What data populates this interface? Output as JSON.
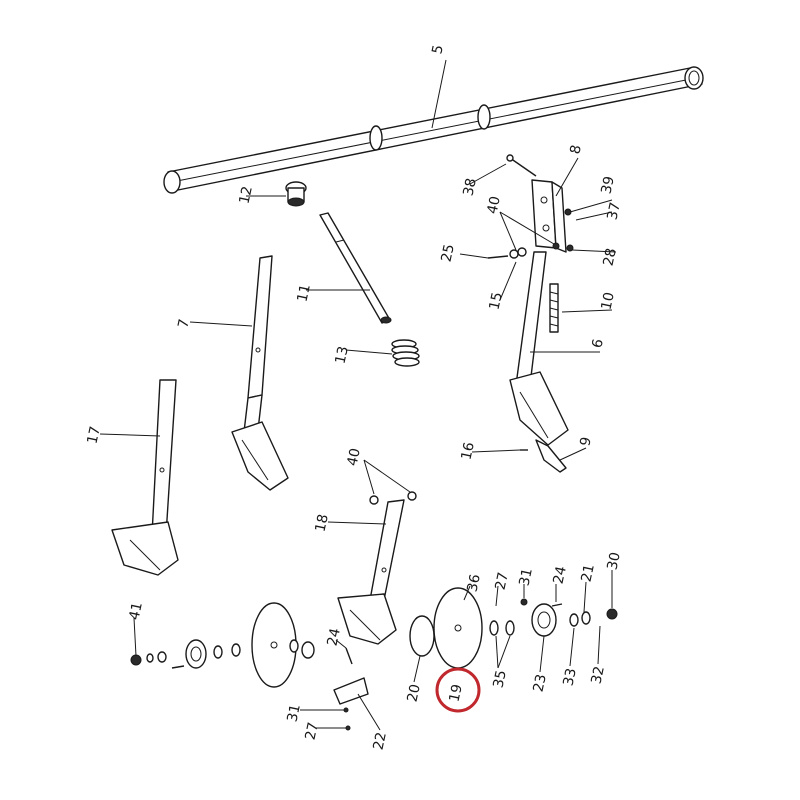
{
  "highlight": {
    "label": "19",
    "color": "#c0282d"
  },
  "labels": {
    "p5": "5",
    "p8": "8",
    "p12": "12",
    "p38": "38",
    "p39": "39",
    "p40a": "40",
    "p37": "37",
    "p25": "25",
    "p28": "28",
    "p11": "11",
    "p15": "15",
    "p10": "10",
    "p7": "7",
    "p13": "13",
    "p6": "6",
    "p17": "17",
    "p16": "16",
    "p9": "9",
    "p40b": "40",
    "p18": "18",
    "p36": "36",
    "p27a": "27",
    "p31a": "31",
    "p24a": "24",
    "p21": "21",
    "p30": "30",
    "p41": "41",
    "p24b": "24",
    "p20": "20",
    "p19": "19",
    "p35": "35",
    "p23": "23",
    "p33": "33",
    "p32": "32",
    "p31b": "31",
    "p27b": "27",
    "p22": "22"
  }
}
